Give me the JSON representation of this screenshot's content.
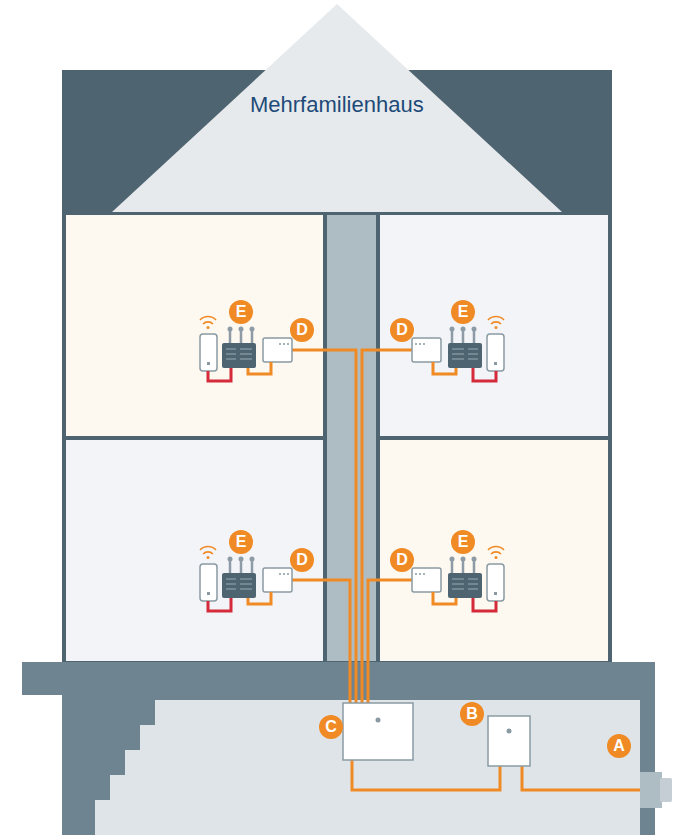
{
  "diagram": {
    "title": "Mehrfamilienhaus",
    "labels": [
      "E",
      "D",
      "D",
      "E",
      "E",
      "D",
      "D",
      "E",
      "C",
      "B",
      "A"
    ]
  }
}
